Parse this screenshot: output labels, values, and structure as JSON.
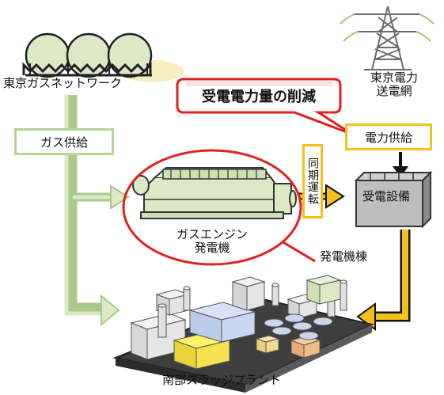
{
  "labels": {
    "tokyo_gas_network": "東京ガスネットワーク",
    "gas_supply": "ガス供給",
    "tokyo_power_grid_line1": "東京電力",
    "tokyo_power_grid_line2": "送電網",
    "power_supply": "電力供給",
    "reduction_callout": "受電電力量の削減",
    "sync_operation": "同期運転",
    "gas_engine_line1": "ガスエンジン",
    "gas_engine_line2": "発電機",
    "receiving_equipment": "受電設備",
    "generator_building": "発電機棟",
    "sludge_plant": "南部スラッジプラント"
  },
  "colors": {
    "green_fill": "#dbe9c6",
    "green_stroke": "#a9c98a",
    "yellow": "#f2c21b",
    "red": "#e02020",
    "dark_platform": "#4a4a4a"
  }
}
